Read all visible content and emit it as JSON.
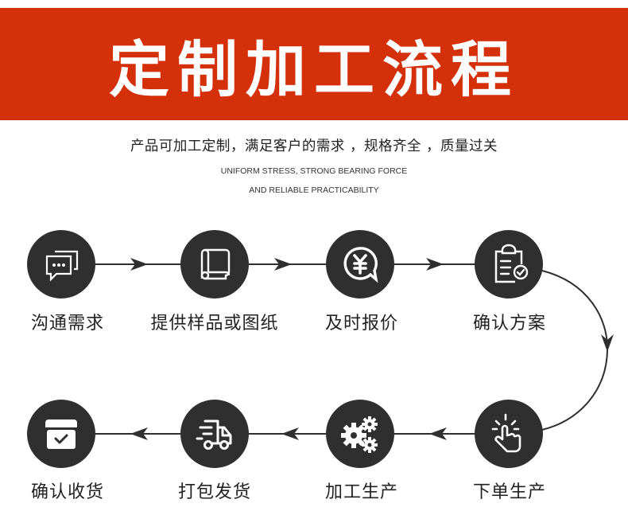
{
  "banner": {
    "title": "定制加工流程",
    "background": "#d4310b"
  },
  "subtitle": {
    "cn": "产品可加工定制，满足客户的需求 ，规格齐全 ，质量过关",
    "en_line1": "UNIFORM STRESS, STRONG BEARING FORCE",
    "en_line2": "AND RELIABLE PRACTICABILITY"
  },
  "colors": {
    "circle": "#2f2f2f",
    "icon": "#ffffff",
    "line": "#2f2f2f"
  },
  "steps": [
    {
      "label": "沟通需求",
      "icon": "chat-bubbles-icon"
    },
    {
      "label": "提供样品或图纸",
      "icon": "scroll-drawing-icon"
    },
    {
      "label": "及时报价",
      "icon": "yuan-quote-icon"
    },
    {
      "label": "确认方案",
      "icon": "clipboard-check-icon"
    },
    {
      "label": "下单生产",
      "icon": "tap-hand-icon"
    },
    {
      "label": "加工生产",
      "icon": "gears-icon"
    },
    {
      "label": "打包发货",
      "icon": "delivery-truck-icon"
    },
    {
      "label": "确认收货",
      "icon": "box-check-icon"
    }
  ]
}
